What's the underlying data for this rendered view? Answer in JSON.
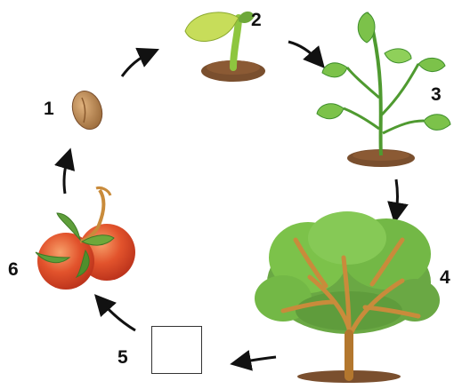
{
  "diagram": {
    "steps": [
      {
        "number": "1",
        "icon": "seed-icon"
      },
      {
        "number": "2",
        "icon": "sprout-icon"
      },
      {
        "number": "3",
        "icon": "young-plant-icon"
      },
      {
        "number": "4",
        "icon": "tree-icon"
      },
      {
        "number": "5",
        "icon": "empty-answer-box"
      },
      {
        "number": "6",
        "icon": "fruit-icon"
      }
    ],
    "colors": {
      "arrow": "#111111",
      "seed": "#b8844e",
      "leaf": "#7cc24a",
      "leaf_dark": "#3f8f2c",
      "soil": "#7a4f2e",
      "trunk": "#c98b3b",
      "fruit": "#e2532c"
    }
  }
}
